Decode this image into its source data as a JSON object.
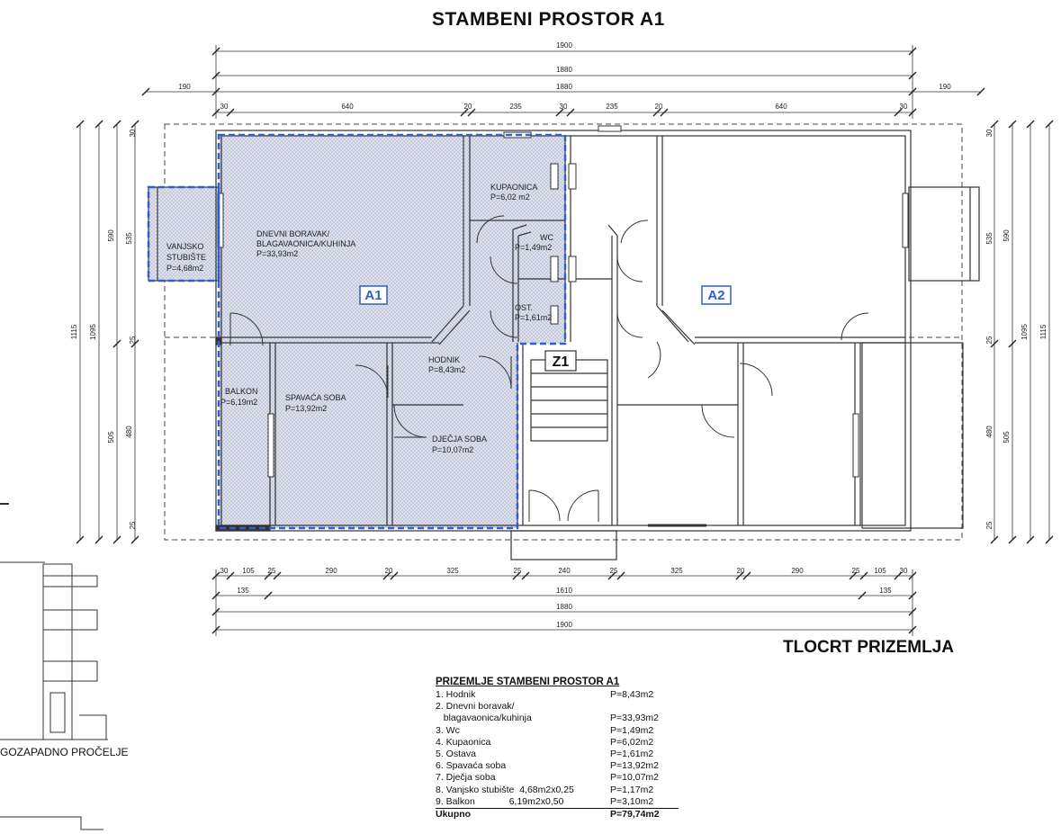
{
  "title": "STAMBENI  PROSTOR A1",
  "subtitle": "TLOCRT PRIZEMLJA",
  "facade_label": "GOZAPADNO PROČELJE",
  "unit_labels": {
    "a1": "A1",
    "a2": "A2",
    "z1": "Z1"
  },
  "rooms": [
    {
      "name_lines": [
        "DNEVNI BORAVAK/",
        "BLAGAVAONICA/KUHINJA"
      ],
      "area": "P=33,93m2"
    },
    {
      "name_lines": [
        "KUPAONICA"
      ],
      "area": "P=6,02 m2"
    },
    {
      "name_lines": [
        "WC"
      ],
      "area": "P=1,49m2"
    },
    {
      "name_lines": [
        "OST."
      ],
      "area": "P=1,61m2"
    },
    {
      "name_lines": [
        "HODNIK"
      ],
      "area": "P=8,43m2"
    },
    {
      "name_lines": [
        "VANJSKO",
        "STUBIŠTE"
      ],
      "area": "P=4,68m2"
    },
    {
      "name_lines": [
        "BALKON"
      ],
      "area": "P=6,19m2"
    },
    {
      "name_lines": [
        "SPAVAĆA SOBA"
      ],
      "area": "P=13,92m2"
    },
    {
      "name_lines": [
        "DJEČJA SOBA"
      ],
      "area": "P=10,07m2"
    }
  ],
  "dimensions": {
    "top_rows": [
      [
        "1900"
      ],
      [
        "1880"
      ],
      [
        "190",
        "1880",
        "190"
      ],
      [
        "30",
        "640",
        "20",
        "235",
        "30",
        "235",
        "20",
        "640",
        "30"
      ]
    ],
    "bottom_rows": [
      [
        "30",
        "105",
        "25",
        "290",
        "20",
        "325",
        "25",
        "240",
        "25",
        "325",
        "20",
        "290",
        "25",
        "105",
        "30"
      ],
      [
        "135",
        "1610",
        "135"
      ],
      [
        "1880"
      ],
      [
        "1900"
      ]
    ],
    "left_cols": [
      [
        "1115"
      ],
      [
        "1095"
      ],
      [
        "590",
        "505"
      ],
      [
        "535",
        "480"
      ],
      [
        "30",
        "25",
        "25"
      ]
    ],
    "right_cols": [
      [
        "30",
        "25",
        "25"
      ],
      [
        "535",
        "480"
      ],
      [
        "590",
        "505"
      ],
      [
        "1095"
      ],
      [
        "1115"
      ]
    ]
  },
  "area_table": {
    "header": "PRIZEMLJE STAMBENI PROSTOR A1",
    "rows": [
      {
        "name": "1. Hodnik",
        "value": "P=8,43m2"
      },
      {
        "name": "2. Dnevni boravak/",
        "value": ""
      },
      {
        "name": "   blagavaonica/kuhinja",
        "value": "P=33,93m2"
      },
      {
        "name": "3. Wc",
        "value": "P=1,49m2"
      },
      {
        "name": "4. Kupaonica",
        "value": "P=6,02m2"
      },
      {
        "name": "5. Ostava",
        "value": "P=1,61m2"
      },
      {
        "name": "6. Spavaća soba",
        "value": "P=13,92m2"
      },
      {
        "name": "7. Dječja soba",
        "value": "P=10,07m2"
      },
      {
        "name": "8. Vanjsko stubište  4,68m2x0,25",
        "value": "P=1,17m2"
      },
      {
        "name": "9. Balkon             6,19m2x0,50",
        "value": " P=3,10m2"
      }
    ],
    "total": {
      "name": "Ukupno",
      "value": "P=79,74m2"
    }
  },
  "colors": {
    "unit_highlight": "#2f5fd0",
    "hatch_fill": "#d9deea",
    "wall": "#333333"
  }
}
